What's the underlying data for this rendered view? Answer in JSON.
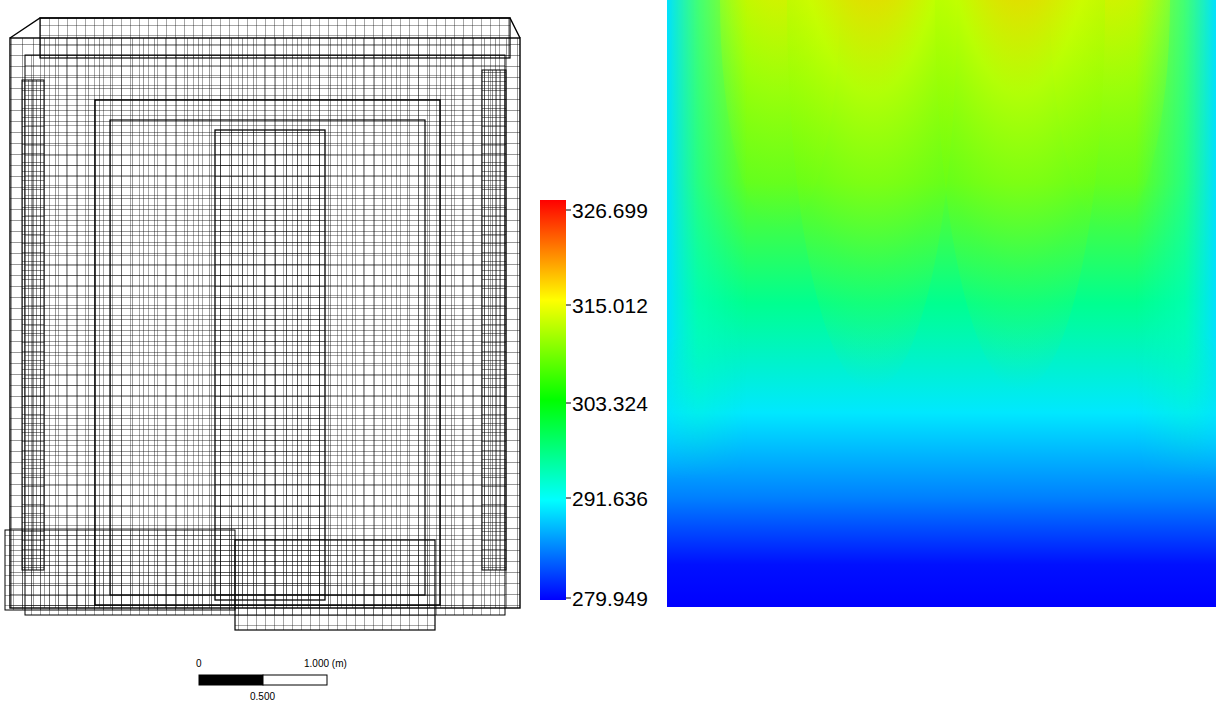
{
  "diagram": {
    "labels": [
      "326.699",
      "315.012",
      "303.324",
      "291.636",
      "279.949",
      "0",
      "1.000 (m)",
      "0.500"
    ]
  }
}
